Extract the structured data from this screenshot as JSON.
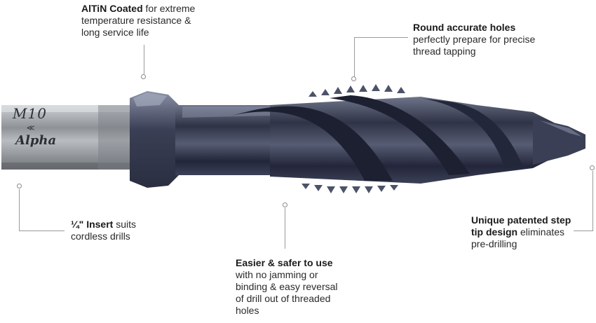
{
  "product": {
    "size_marking": "M10",
    "brand": "Alpha"
  },
  "callouts": {
    "coating": {
      "bold": "AlTiN Coated",
      "text": " for extreme temperature resistance & long service life"
    },
    "holes": {
      "bold": "Round accurate holes",
      "text": "perfectly prepare for precise thread tapping"
    },
    "insert": {
      "bold": "¼\" Insert",
      "text": " suits cordless drills"
    },
    "safer": {
      "bold": "Easier & safer to use",
      "text": "with no jamming or binding & easy reversal of drill out of threaded holes"
    },
    "tip": {
      "bold": "Unique patented step tip design",
      "text": " eliminates pre-drilling"
    }
  },
  "colors": {
    "shank": "#9fa3a8",
    "body": "#3d4256",
    "leader": "#9a9a9a"
  }
}
